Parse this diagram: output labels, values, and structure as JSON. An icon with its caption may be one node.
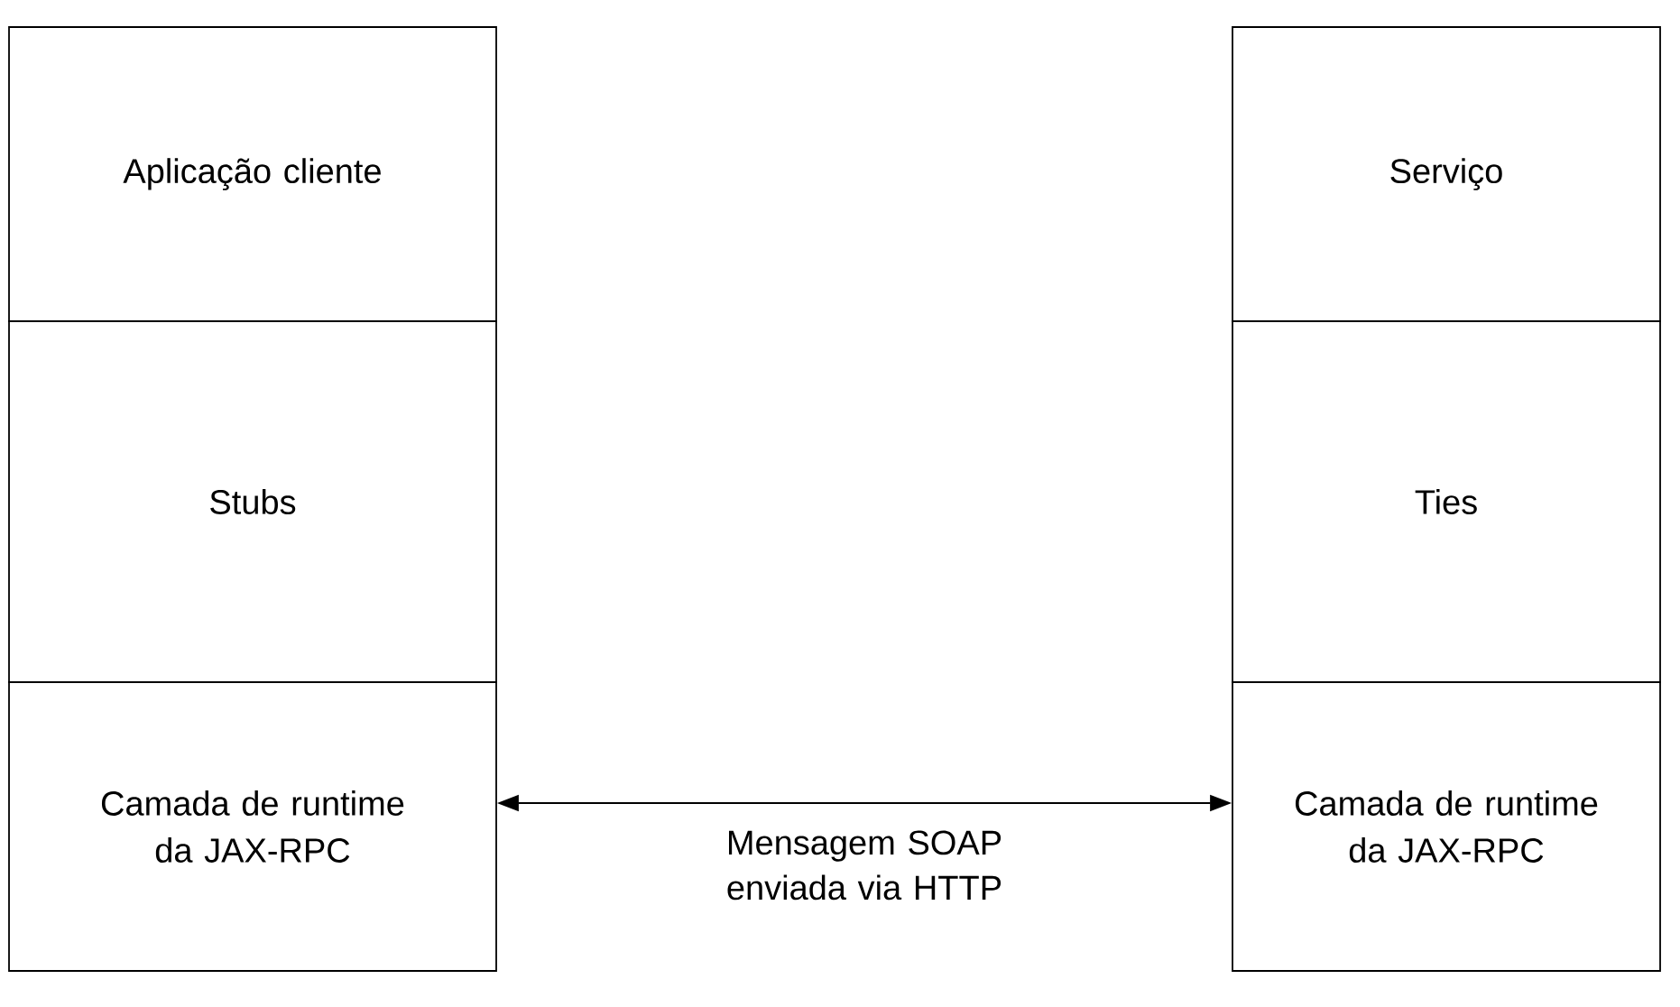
{
  "diagram": {
    "nodes": [
      {
        "text": [
          "Aplicação cliente"
        ]
      },
      {
        "text": [
          "Stubs"
        ]
      },
      {
        "text": [
          "Camada de runtime da JAX-RPC"
        ]
      },
      {
        "text": [
          "Serviço"
        ]
      },
      {
        "text": [
          "Ties"
        ]
      },
      {
        "text": [
          "Camada de runtime da JAX-RPC"
        ]
      }
    ],
    "edges": [
      {
        "from": 2,
        "to": 5,
        "arrow": "both",
        "label": "Mensagem SOAP enviada via HTTP"
      }
    ]
  }
}
